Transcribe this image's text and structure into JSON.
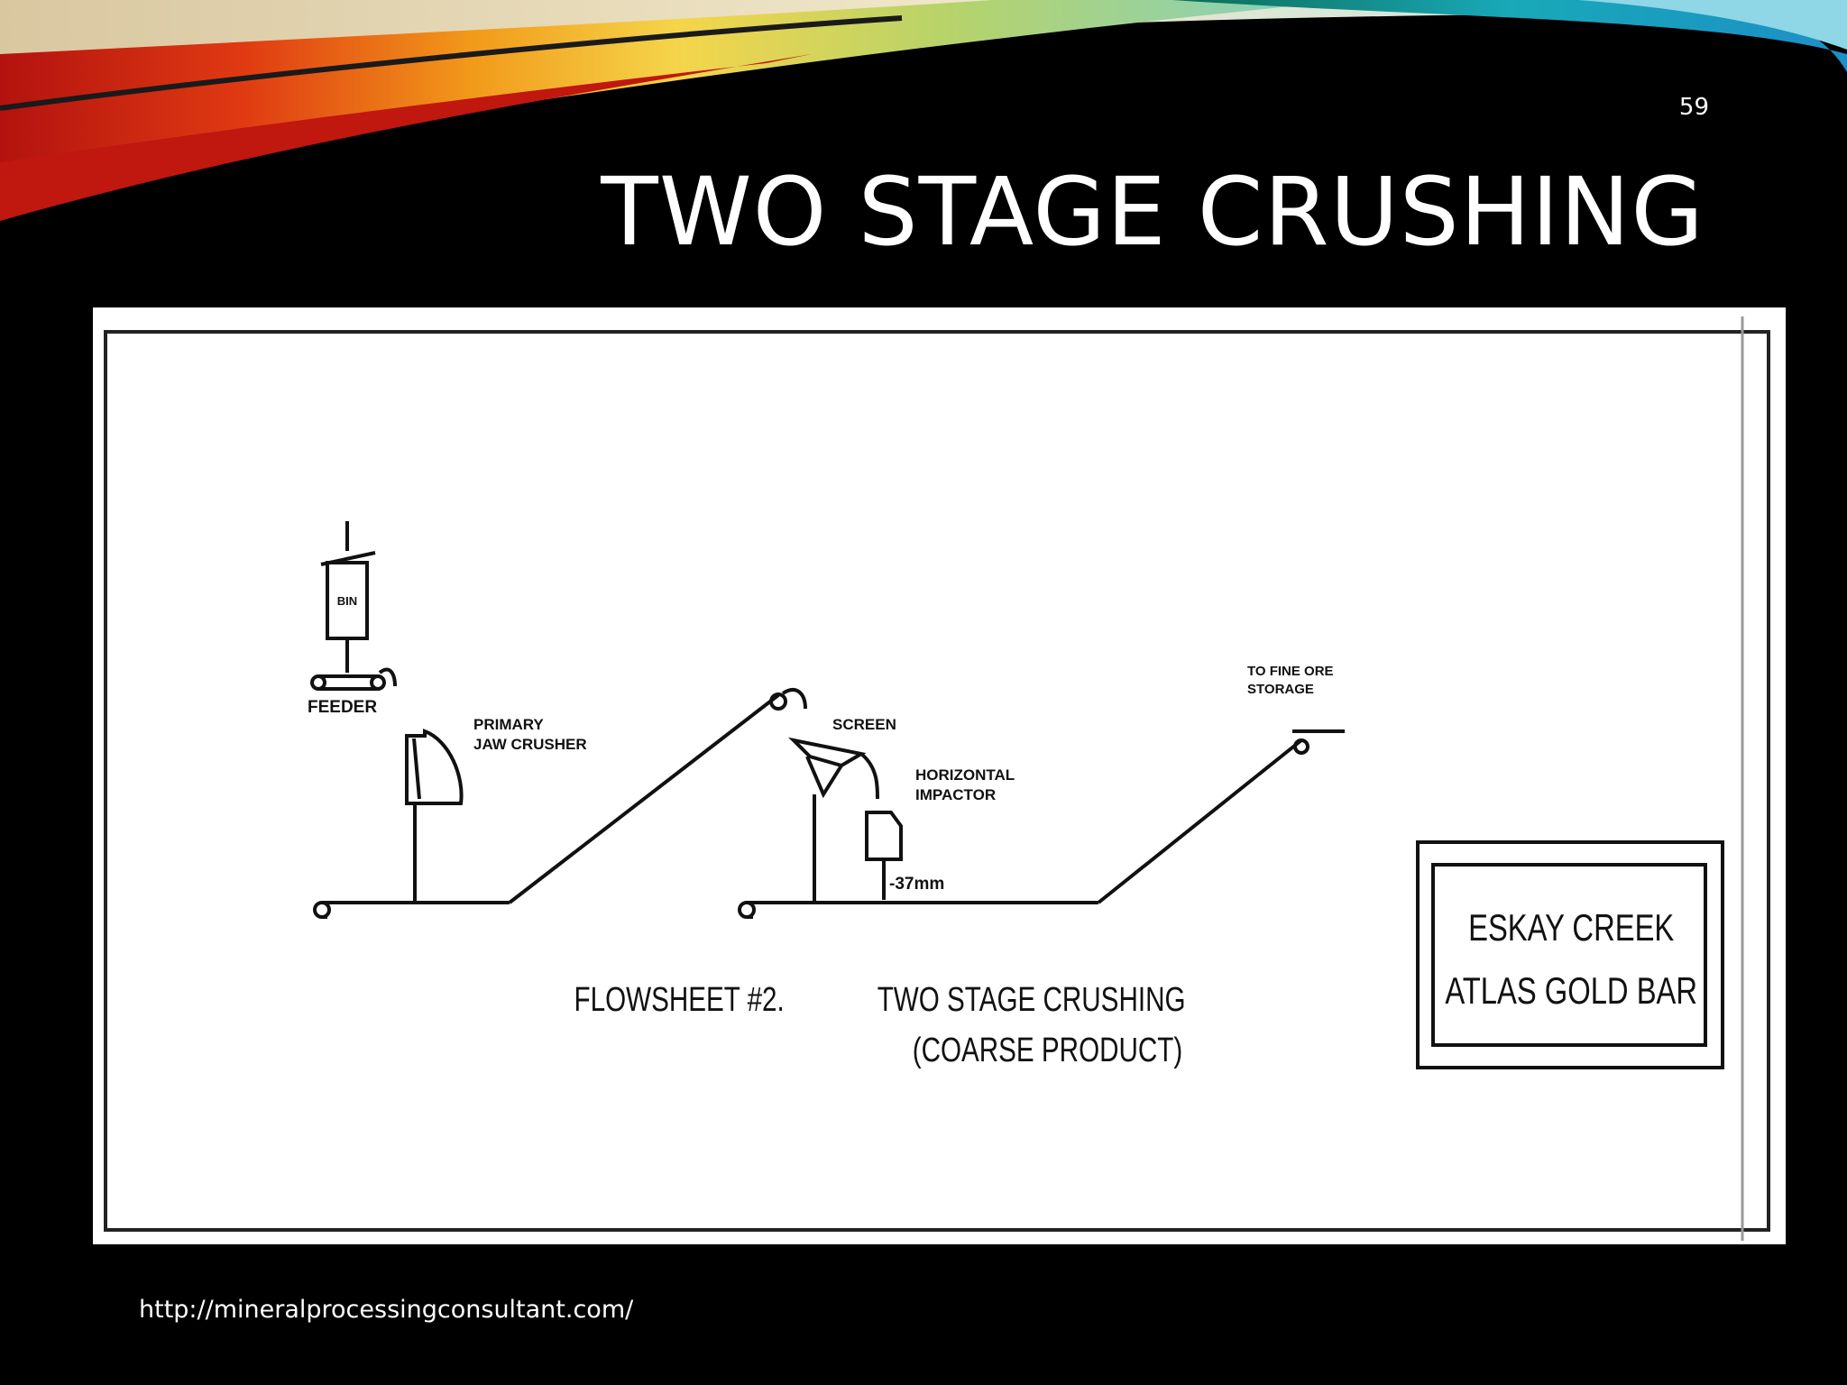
{
  "slide": {
    "number": "59",
    "title_line1": "TWO STAGE CRUSHING",
    "title_line2": "(COARSE PRODUCT)",
    "footer_url": "http://mineralprocessingconsultant.com/"
  },
  "diagram": {
    "labels": {
      "bin": "BIN",
      "feeder": "FEEDER",
      "primary_jaw_crusher_1": "PRIMARY",
      "primary_jaw_crusher_2": "JAW CRUSHER",
      "screen": "SCREEN",
      "horizontal_impactor_1": "HORIZONTAL",
      "horizontal_impactor_2": "IMPACTOR",
      "size": "-37mm",
      "storage_1": "TO FINE ORE",
      "storage_2": "STORAGE"
    },
    "caption": {
      "number": "FLOWSHEET #2.",
      "title_1": "TWO STAGE CRUSHING",
      "title_2": "(COARSE PRODUCT)"
    },
    "title_block": {
      "line1": "ESKAY CREEK",
      "line2": "ATLAS GOLD BAR"
    }
  },
  "colors": {
    "background": "#000000",
    "text": "#ffffff",
    "diagram_paper": "#ffffff",
    "ink": "#111111"
  }
}
